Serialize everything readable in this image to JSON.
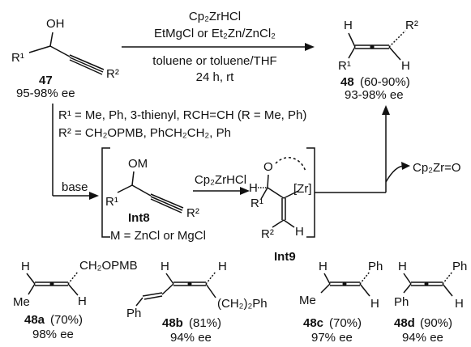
{
  "reaction1": {
    "reagent1": "Cp₂ZrHCl",
    "reagent2": "EtMgCl or Et₂Zn/ZnCl₂",
    "solvent": "toluene or toluene/THF",
    "conditions": "24 h, rt"
  },
  "compound47": {
    "label": "47",
    "ee": "95-98% ee",
    "oh": "OH",
    "r1": "R¹",
    "r2": "R²"
  },
  "compound48": {
    "label": "48",
    "yield": "(60-90%)",
    "ee": "93-98% ee",
    "h": "H",
    "r1": "R¹",
    "r2": "R²"
  },
  "substituents": {
    "r1_def": "R¹ = Me, Ph, 3-thienyl, RCH=CH (R = Me, Ph)",
    "r2_def": "R² = CH₂OPMB, PhCH₂CH₂, Ph"
  },
  "base_label": "base",
  "int8": {
    "label": "Int8",
    "om": "OM",
    "r1": "R¹",
    "r2": "R²",
    "m_def": "M = ZnCl or MgCl"
  },
  "reaction2": {
    "reagent": "Cp₂ZrHCl"
  },
  "int9": {
    "label": "Int9",
    "o": "O",
    "h": "H",
    "zr": "[Zr]",
    "r1": "R¹",
    "r2": "R²",
    "h2": "H"
  },
  "elimination": "Cp₂Zr=O",
  "examples": [
    {
      "label": "48a",
      "yield": "(70%)",
      "ee": "98% ee",
      "sub_left": "Me",
      "sub_right": "CH₂OPMB"
    },
    {
      "label": "48b",
      "yield": "(81%)",
      "ee": "94% ee",
      "sub_left": "Ph",
      "sub_right": "(CH₂)₂Ph"
    },
    {
      "label": "48c",
      "yield": "(70%)",
      "ee": "97% ee",
      "sub_left": "Me",
      "sub_right": "Ph"
    },
    {
      "label": "48d",
      "yield": "(90%)",
      "ee": "94% ee",
      "sub_left": "Ph",
      "sub_right": "Ph"
    }
  ],
  "h": "H"
}
